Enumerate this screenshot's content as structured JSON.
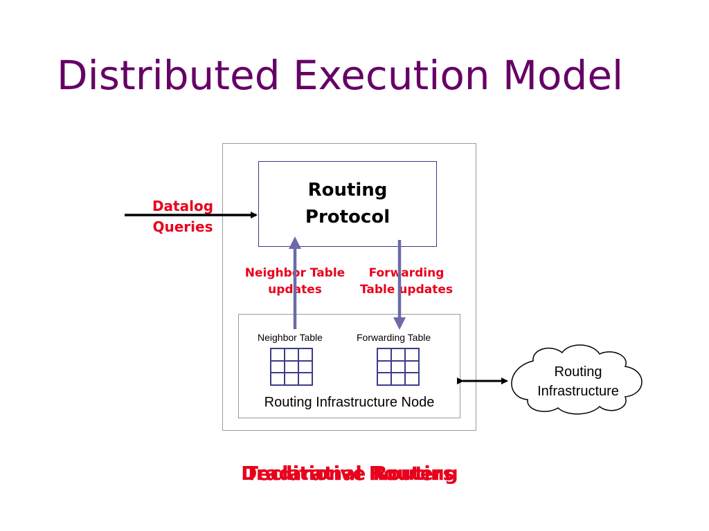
{
  "slide": {
    "title": "Distributed Execution Model"
  },
  "diagram": {
    "routing_protocol": {
      "line1": "Routing",
      "line2": "Protocol"
    },
    "datalog_queries": {
      "line1": "Datalog",
      "line2": "Queries"
    },
    "neighbor_table_updates": {
      "line1": "Neighbor Table",
      "line2": "updates"
    },
    "forwarding_table_updates": {
      "line1": "Forwarding",
      "line2": "Table updates"
    },
    "neighbor_table_label": "Neighbor Table",
    "forwarding_table_label": "Forwarding Table",
    "node_label": "Routing Infrastructure Node",
    "cloud": {
      "line1": "Routing",
      "line2": "Infrastructure"
    }
  },
  "bottom_captions": [
    "Traditional Routers",
    "Declarative Routing"
  ],
  "colors": {
    "title": "#660066",
    "accent_red": "#e8001c",
    "box_border": "#3a3a8c",
    "arrow": "#6b6ba8"
  }
}
